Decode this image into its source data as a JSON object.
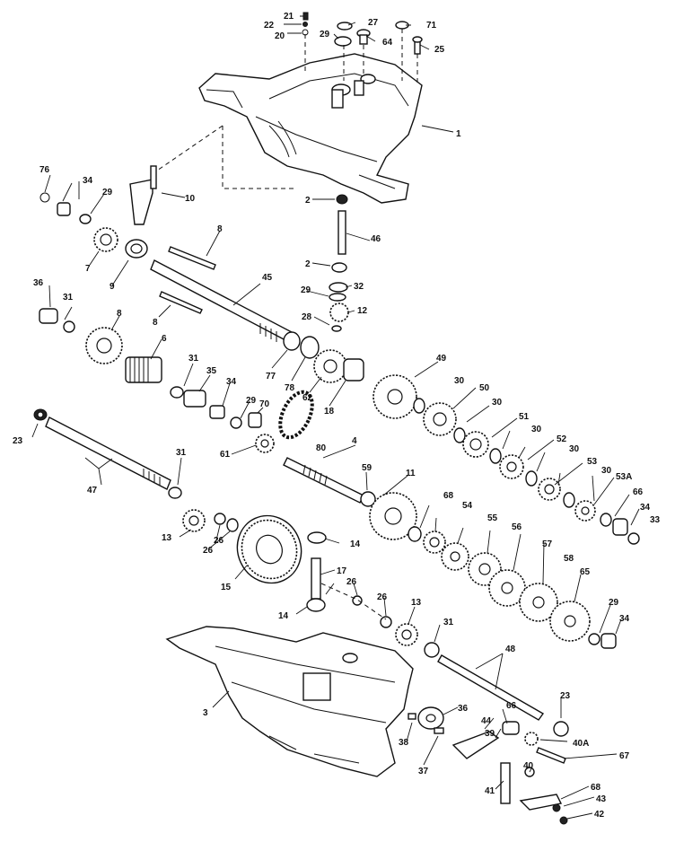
{
  "diagram": {
    "labels": {
      "l1": "1",
      "l2a": "2",
      "l2b": "2",
      "l3": "3",
      "l4": "4",
      "l6": "6",
      "l7": "7",
      "l8a": "8",
      "l8b": "8",
      "l8c": "8",
      "l9": "9",
      "l10": "10",
      "l11": "11",
      "l12": "12",
      "l13a": "13",
      "l13b": "13",
      "l14a": "14",
      "l14b": "14",
      "l15": "15",
      "l17": "17",
      "l18": "18",
      "l20": "20",
      "l21": "21",
      "l22": "22",
      "l23a": "23",
      "l23b": "23",
      "l25": "25",
      "l26a": "26",
      "l26b": "26",
      "l26c": "26",
      "l26d": "26",
      "l27": "27",
      "l28": "28",
      "l29a": "29",
      "l29b": "29",
      "l29c": "29",
      "l29d": "29",
      "l29e": "29",
      "l29f": "29",
      "l30a": "30",
      "l30b": "30",
      "l30c": "30",
      "l30d": "30",
      "l30e": "30",
      "l31a": "31",
      "l31b": "31",
      "l31c": "31",
      "l31d": "31",
      "l32": "32",
      "l33": "33",
      "l34a": "34",
      "l34b": "34",
      "l34c": "34",
      "l34d": "34",
      "l35": "35",
      "l36a": "36",
      "l36b": "36",
      "l37": "37",
      "l38": "38",
      "l39": "39",
      "l40": "40",
      "l40a": "40A",
      "l41": "41",
      "l42": "42",
      "l43": "43",
      "l44": "44",
      "l45": "45",
      "l46": "46",
      "l47": "47",
      "l48": "48",
      "l49": "49",
      "l50": "50",
      "l51": "51",
      "l52": "52",
      "l53": "53",
      "l53a": "53A",
      "l54": "54",
      "l55": "55",
      "l56": "56",
      "l57": "57",
      "l58": "58",
      "l59": "59",
      "l61": "61",
      "l62": "62",
      "l64": "64",
      "l65": "65",
      "l66a": "66",
      "l66b": "66",
      "l67": "67",
      "l68a": "68",
      "l68b": "68",
      "l70": "70",
      "l71": "71",
      "l76": "76",
      "l77": "77",
      "l78": "78",
      "l80": "80"
    }
  }
}
